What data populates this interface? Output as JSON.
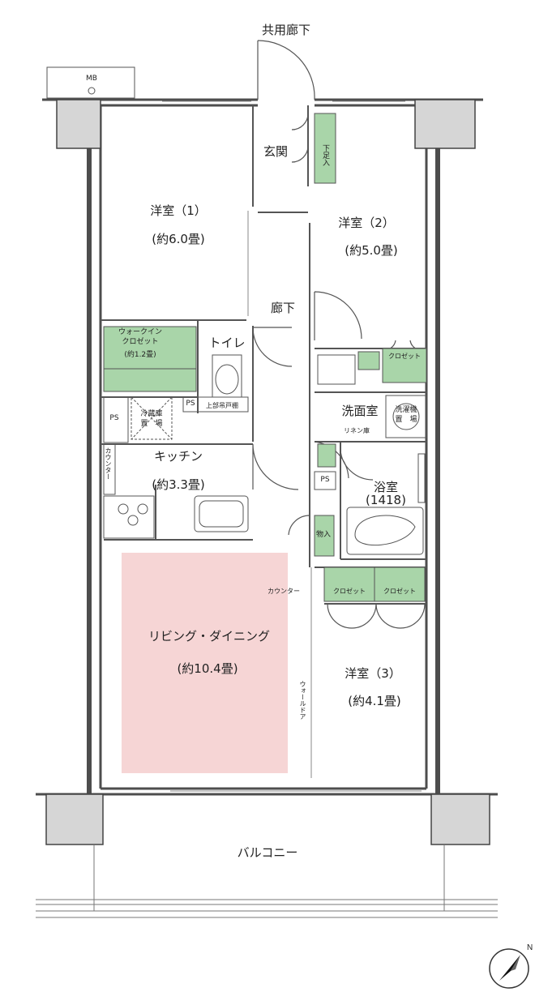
{
  "plan": {
    "corridor": "共用廊下",
    "mb": "MB",
    "balcony": "バルコニー",
    "colors": {
      "wall": "#4d4d4d",
      "column": "#d6d6d6",
      "closet": "#a9d5a9",
      "living": "#f6d5d5"
    },
    "rooms": {
      "genkan": "玄関",
      "shoes": "下足入",
      "western1_name": "洋室（1）",
      "western1_size": "(約6.0畳)",
      "western2_name": "洋室（2）",
      "western2_size": "(約5.0畳)",
      "hallway": "廊下",
      "wic_line1": "ウォークイン",
      "wic_line2": "クロゼット",
      "wic_size": "(約1.2畳)",
      "toilet": "トイレ",
      "closet_w2": "クロゼット",
      "fridge": "冷蔵庫",
      "fridge2": "置　場",
      "ps1": "PS",
      "ps2": "PS",
      "ps3": "PS",
      "upper_shelf": "上部吊戸棚",
      "washroom": "洗面室",
      "washer": "洗濯機",
      "washer2": "置　場",
      "linen": "リネン庫",
      "kitchen_name": "キッチン",
      "kitchen_size": "(約3.3畳)",
      "counter_v": "カウンター",
      "bath_name": "浴室",
      "bath_size": "(1418)",
      "storage": "物入",
      "counter_h": "カウンター",
      "closet_w3a": "クロゼット",
      "closet_w3b": "クロゼット",
      "living_name": "リビング・ダイニング",
      "living_size": "(約10.4畳)",
      "western3_name": "洋室（3）",
      "western3_size": "(約4.1畳)",
      "wall_door": "ウォールドア"
    }
  }
}
